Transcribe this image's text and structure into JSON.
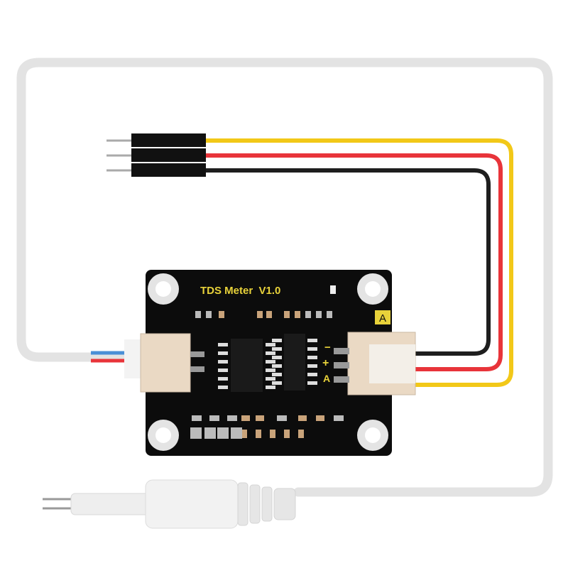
{
  "board": {
    "title": "TDS Meter  V1.0",
    "port_marker": "A",
    "pin_labels": [
      "−",
      "+",
      "A"
    ]
  },
  "colors": {
    "pcb": "#0c0c0c",
    "silkscreen": "#e8d23a",
    "wire_signal": "#f2c818",
    "wire_power": "#e8343a",
    "wire_ground": "#1e1e1e",
    "probe_cable": "#e6e6e6"
  }
}
